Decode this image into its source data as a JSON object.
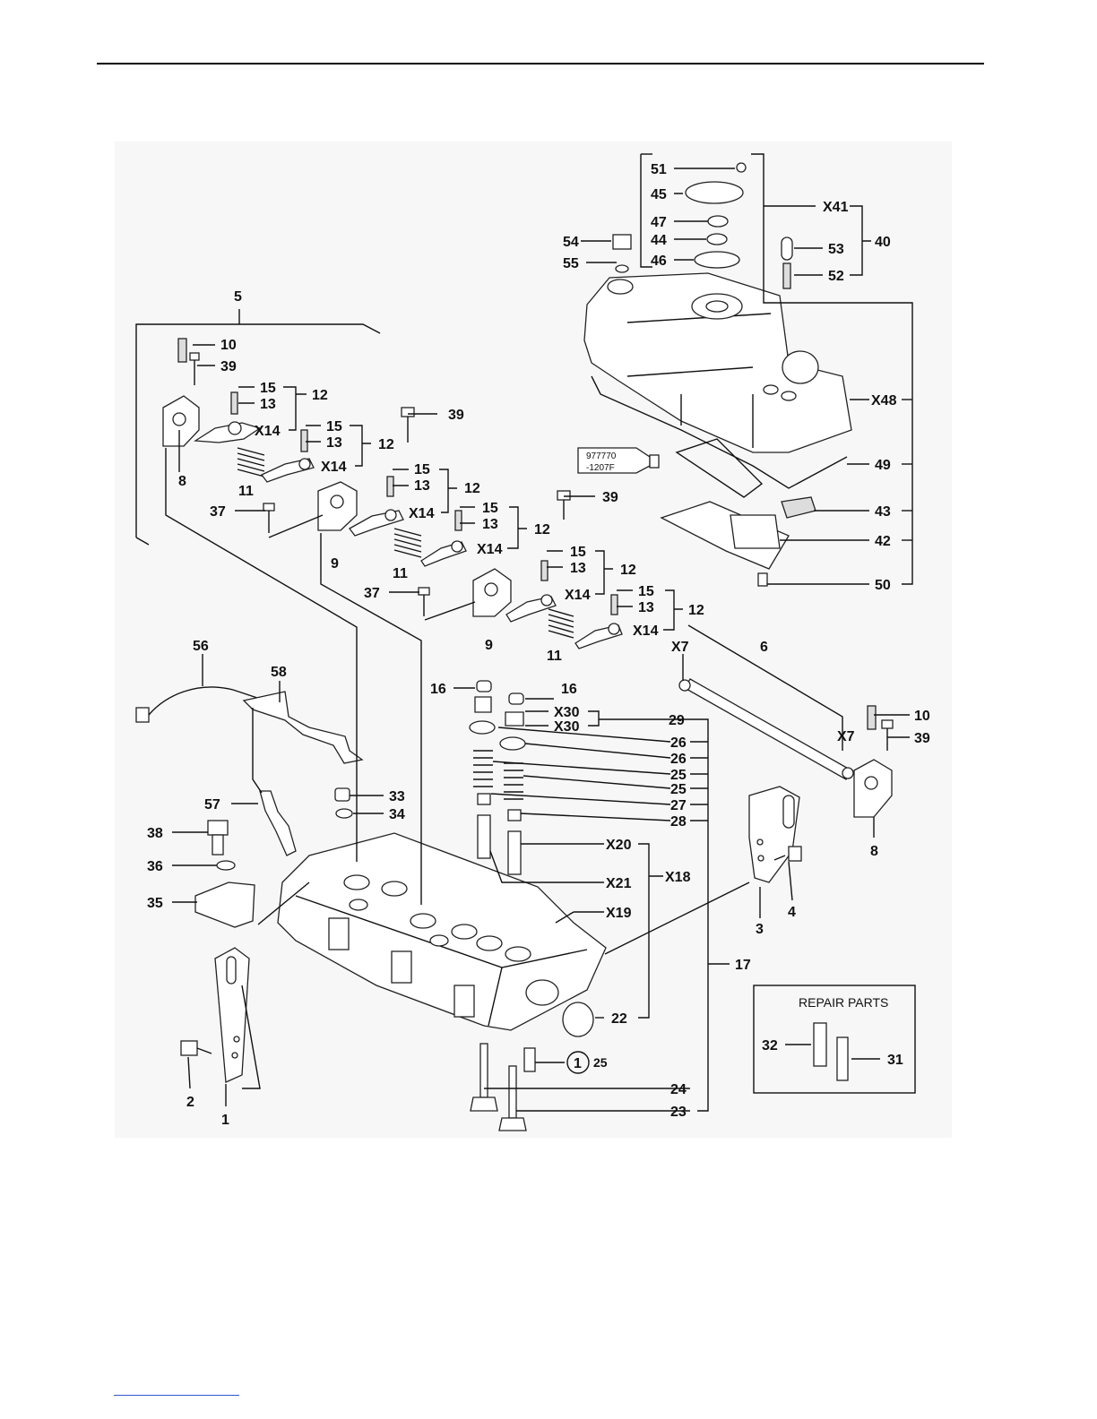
{
  "callouts": {
    "c5": "5",
    "c10a": "10",
    "c39a": "39",
    "c15a": "15",
    "c13a": "13",
    "c12a": "12",
    "cX14a": "X14",
    "c15b": "15",
    "c13b": "13",
    "c12b": "12",
    "cX14b": "X14",
    "c8a": "8",
    "c11a": "11",
    "c39b": "39",
    "c15c": "15",
    "c13c": "13",
    "c12c": "12",
    "c37a": "37",
    "cX14c": "X14",
    "c15d": "15",
    "c13d": "13",
    "c12d": "12",
    "cX14d": "X14",
    "c9a": "9",
    "c11b": "11",
    "c39c": "39",
    "c15e": "15",
    "c13e": "13",
    "c12e": "12",
    "c37b": "37",
    "cX14e": "X14",
    "c15f": "15",
    "c13f": "13",
    "c12f": "12",
    "cX14f": "X14",
    "c9b": "9",
    "c11c": "11",
    "cX7a": "X7",
    "c6": "6",
    "cX7b": "X7",
    "c10b": "10",
    "c39d": "39",
    "c8b": "8",
    "c51": "51",
    "c45": "45",
    "c47": "47",
    "c44": "44",
    "c46": "46",
    "c54": "54",
    "c55": "55",
    "cX41": "X41",
    "c53": "53",
    "c52": "52",
    "c40": "40",
    "cX48": "X48",
    "c49": "49",
    "c43": "43",
    "c42": "42",
    "c50": "50",
    "c56": "56",
    "c58": "58",
    "c57": "57",
    "c33": "33",
    "c34": "34",
    "c38": "38",
    "c36": "36",
    "c35": "35",
    "c16a": "16",
    "c16b": "16",
    "cX30a": "X30",
    "cX30b": "X30",
    "c29": "29",
    "c26a": "26",
    "c26b": "26",
    "c25a": "25",
    "c25b": "25",
    "c27": "27",
    "c28": "28",
    "cX20": "X20",
    "cX21": "X21",
    "cX18": "X18",
    "cX19": "X19",
    "c17": "17",
    "c3": "3",
    "c4": "4",
    "c22": "22",
    "c1": "1",
    "c2": "2",
    "c25c": "25",
    "c24": "24",
    "c23": "23",
    "c31": "31",
    "c32": "32"
  },
  "circled": {
    "number": "1"
  },
  "sealant": {
    "line1": "977770",
    "line2": "-1207F"
  },
  "repair": {
    "title": "REPAIR PARTS"
  }
}
